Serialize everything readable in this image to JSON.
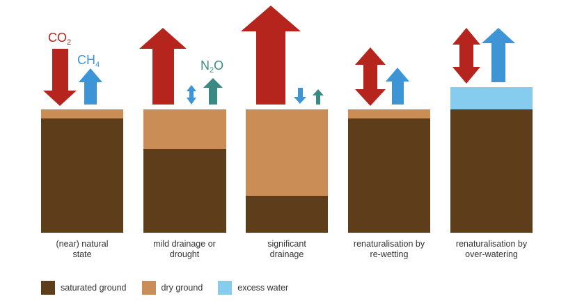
{
  "colors": {
    "saturated": "#5e3e1a",
    "dry": "#c98d55",
    "water": "#86ccee",
    "co2": "#b5251e",
    "ch4": "#3d95d6",
    "n2o": "#3a8a83"
  },
  "labels": {
    "co2": {
      "main": "CO",
      "sub": "2"
    },
    "ch4": {
      "main": "CH",
      "sub": "4"
    },
    "n2o": {
      "a": "N",
      "sub": "2",
      "b": "O"
    }
  },
  "panels": [
    {
      "caption": [
        "(near) natural",
        "state"
      ]
    },
    {
      "caption": [
        "mild drainage or",
        "drought"
      ]
    },
    {
      "caption": [
        "significant",
        "drainage"
      ]
    },
    {
      "caption": [
        "renaturalisation by",
        "re-wetting"
      ]
    },
    {
      "caption": [
        "renaturalisation by",
        "over-watering"
      ]
    }
  ],
  "legend": [
    {
      "label": "saturated ground",
      "color": "#5e3e1a"
    },
    {
      "label": "dry ground",
      "color": "#c98d55"
    },
    {
      "label": "excess water",
      "color": "#86ccee"
    }
  ]
}
